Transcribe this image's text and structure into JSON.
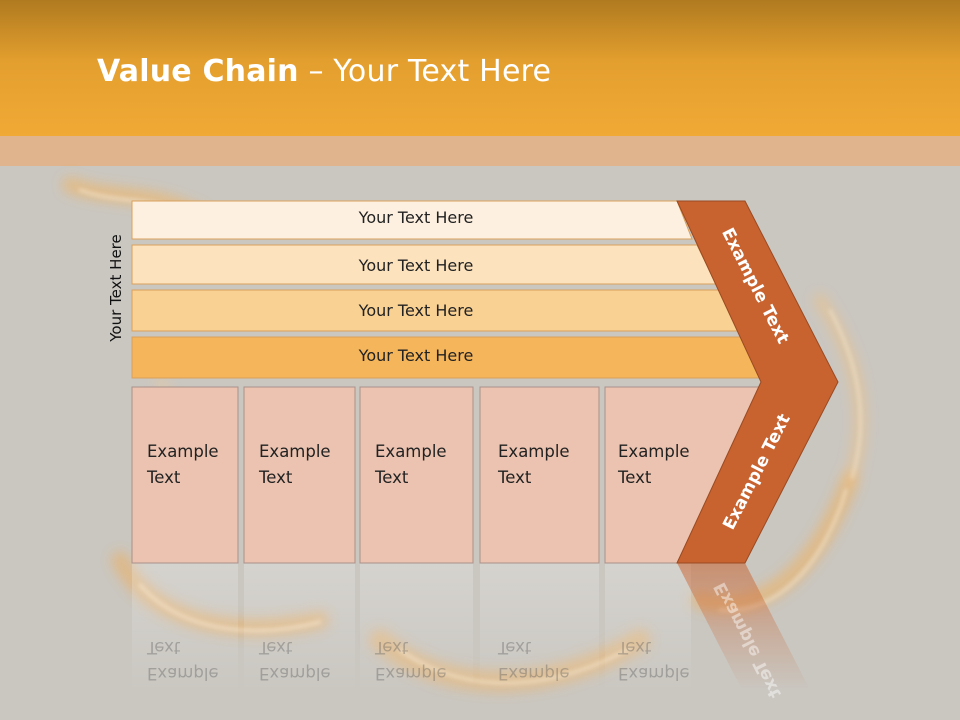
{
  "slide": {
    "title_bold": "Value Chain",
    "title_rest": " – Your Text Here"
  },
  "side_label": "Your Text Here",
  "rows": [
    {
      "label": "Your Text Here",
      "color": "#fdf0e0"
    },
    {
      "label": "Your Text Here",
      "color": "#fce2bd"
    },
    {
      "label": "Your Text Here",
      "color": "#f9d193"
    },
    {
      "label": "Your Text Here",
      "color": "#f5b55a"
    }
  ],
  "boxes": [
    {
      "line1": "Example",
      "line2": "Text"
    },
    {
      "line1": "Example",
      "line2": "Text"
    },
    {
      "line1": "Example",
      "line2": "Text"
    },
    {
      "line1": "Example",
      "line2": "Text"
    },
    {
      "line1": "Example",
      "line2": "Text"
    }
  ],
  "chevron": {
    "upper_label": "Example Text",
    "lower_label": "Example Text",
    "color": "#c8622f"
  },
  "colors": {
    "header": "#f1a935",
    "box_fill": "#ebc3b0",
    "background": "#cac7c1"
  }
}
